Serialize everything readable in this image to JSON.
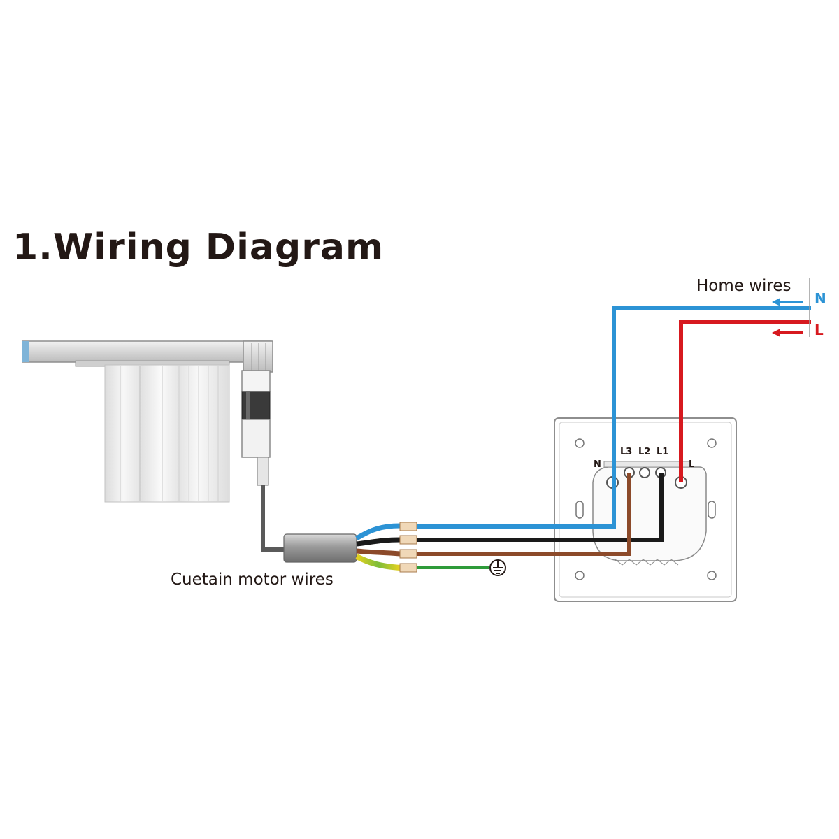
{
  "title": "1.Wiring Diagram",
  "home_wires_label": "Home wires",
  "motor_wires_label": "Cuetain motor wires",
  "home_wire_tags": {
    "neutral": "N",
    "live": "L"
  },
  "terminals": {
    "n": "N",
    "l3": "L3",
    "l2": "L2",
    "l1": "L1",
    "l": "L"
  },
  "colors": {
    "neutral_wire": "#2c93d5",
    "live_wire": "#d7191f",
    "brown_wire": "#8c4a2a",
    "black_wire": "#1a1a1a",
    "earth_wire": "#2e9b3a",
    "text": "#231815"
  },
  "icons": {
    "ground_symbol": "ground-icon",
    "curtain_motor": "curtain-motor-icon",
    "switch_plate": "switch-backplate-icon"
  }
}
